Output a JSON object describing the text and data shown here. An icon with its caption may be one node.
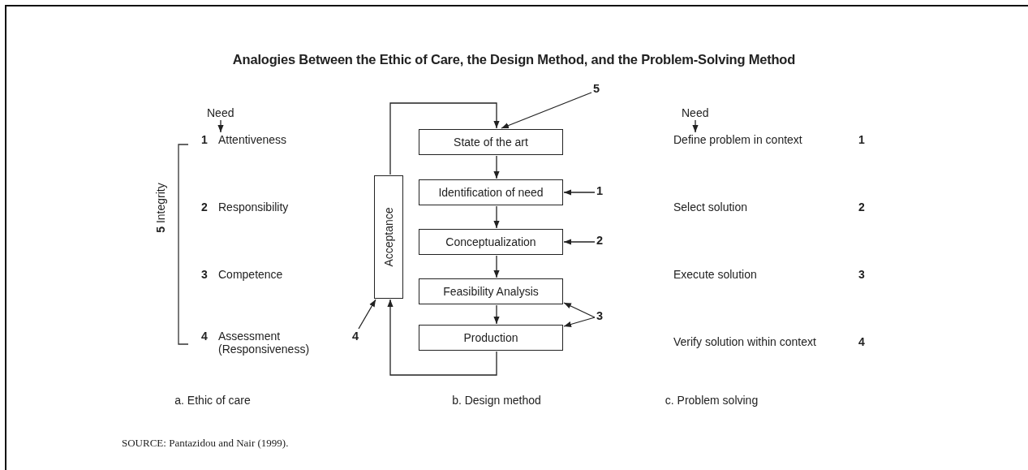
{
  "diagram": {
    "title": "Analogies Between the Ethic of Care, the Design Method, and the Problem-Solving Method",
    "caption": "SOURCE: Pantazidou and Nair (1999).",
    "nodes": [
      {
        "text": [
          "Need"
        ]
      },
      {
        "text": [
          "1",
          "Attentiveness"
        ]
      },
      {
        "text": [
          "2",
          "Responsibility"
        ]
      },
      {
        "text": [
          "3",
          "Competence"
        ]
      },
      {
        "text": [
          "4",
          "Assessment (Responsiveness)"
        ]
      },
      {
        "text": [
          "State of the art"
        ]
      },
      {
        "text": [
          "Identification of need"
        ]
      },
      {
        "text": [
          "Conceptualization"
        ]
      },
      {
        "text": [
          "Feasibility Analysis"
        ]
      },
      {
        "text": [
          "Production"
        ]
      },
      {
        "text": [
          "Acceptance"
        ]
      },
      {
        "text": [
          "5"
        ]
      },
      {
        "text": [
          "1"
        ]
      },
      {
        "text": [
          "2"
        ]
      },
      {
        "text": [
          "3"
        ]
      },
      {
        "text": [
          "4"
        ]
      },
      {
        "text": [
          "Need"
        ]
      },
      {
        "text": [
          "Define problem in context"
        ]
      },
      {
        "text": [
          "Select solution"
        ]
      },
      {
        "text": [
          "Execute solution"
        ]
      },
      {
        "text": [
          "Verify solution within context"
        ]
      }
    ],
    "edges": [
      {
        "from": 0,
        "to": 1,
        "arrow": "to"
      },
      {
        "from": 5,
        "to": 6,
        "arrow": "to"
      },
      {
        "from": 6,
        "to": 7,
        "arrow": "to"
      },
      {
        "from": 7,
        "to": 8,
        "arrow": "to"
      },
      {
        "from": 8,
        "to": 9,
        "arrow": "to"
      },
      {
        "from": 9,
        "to": 10,
        "arrow": "to"
      },
      {
        "from": 10,
        "to": 5,
        "arrow": "to"
      },
      {
        "from": 11,
        "to": 5,
        "arrow": "to"
      },
      {
        "from": 12,
        "to": 6,
        "arrow": "to"
      },
      {
        "from": 13,
        "to": 7,
        "arrow": "to"
      },
      {
        "from": 14,
        "to": 8,
        "arrow": "to"
      },
      {
        "from": 14,
        "to": 9,
        "arrow": "to"
      },
      {
        "from": 15,
        "to": 10,
        "arrow": "to"
      },
      {
        "from": 16,
        "to": 17,
        "arrow": "to"
      }
    ],
    "labels": [
      "**5** Integrity",
      "1",
      "2",
      "3",
      "4",
      "a. Ethic of care",
      "b. Design method",
      "c. Problem solving"
    ]
  }
}
